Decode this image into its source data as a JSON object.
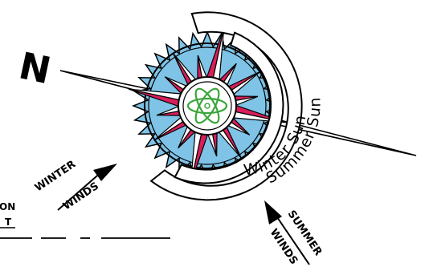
{
  "compass": {
    "north_letter": "N",
    "inner_arc_label": "Winter Sun",
    "outer_arc_label": "Summer Sun",
    "center_symbol": "atom-symbol",
    "colors": {
      "star_points": "#d81e5b",
      "star_background": "#7fc3e6",
      "atom": "#3aa53a",
      "ink": "#000000"
    }
  },
  "winter_winds": {
    "line1": "WINTER",
    "line2": "WINDS"
  },
  "summer_winds": {
    "line1": "SUMMER",
    "line2": "WINDS"
  },
  "edge_label": {
    "line1": "ON",
    "line2": "T"
  }
}
